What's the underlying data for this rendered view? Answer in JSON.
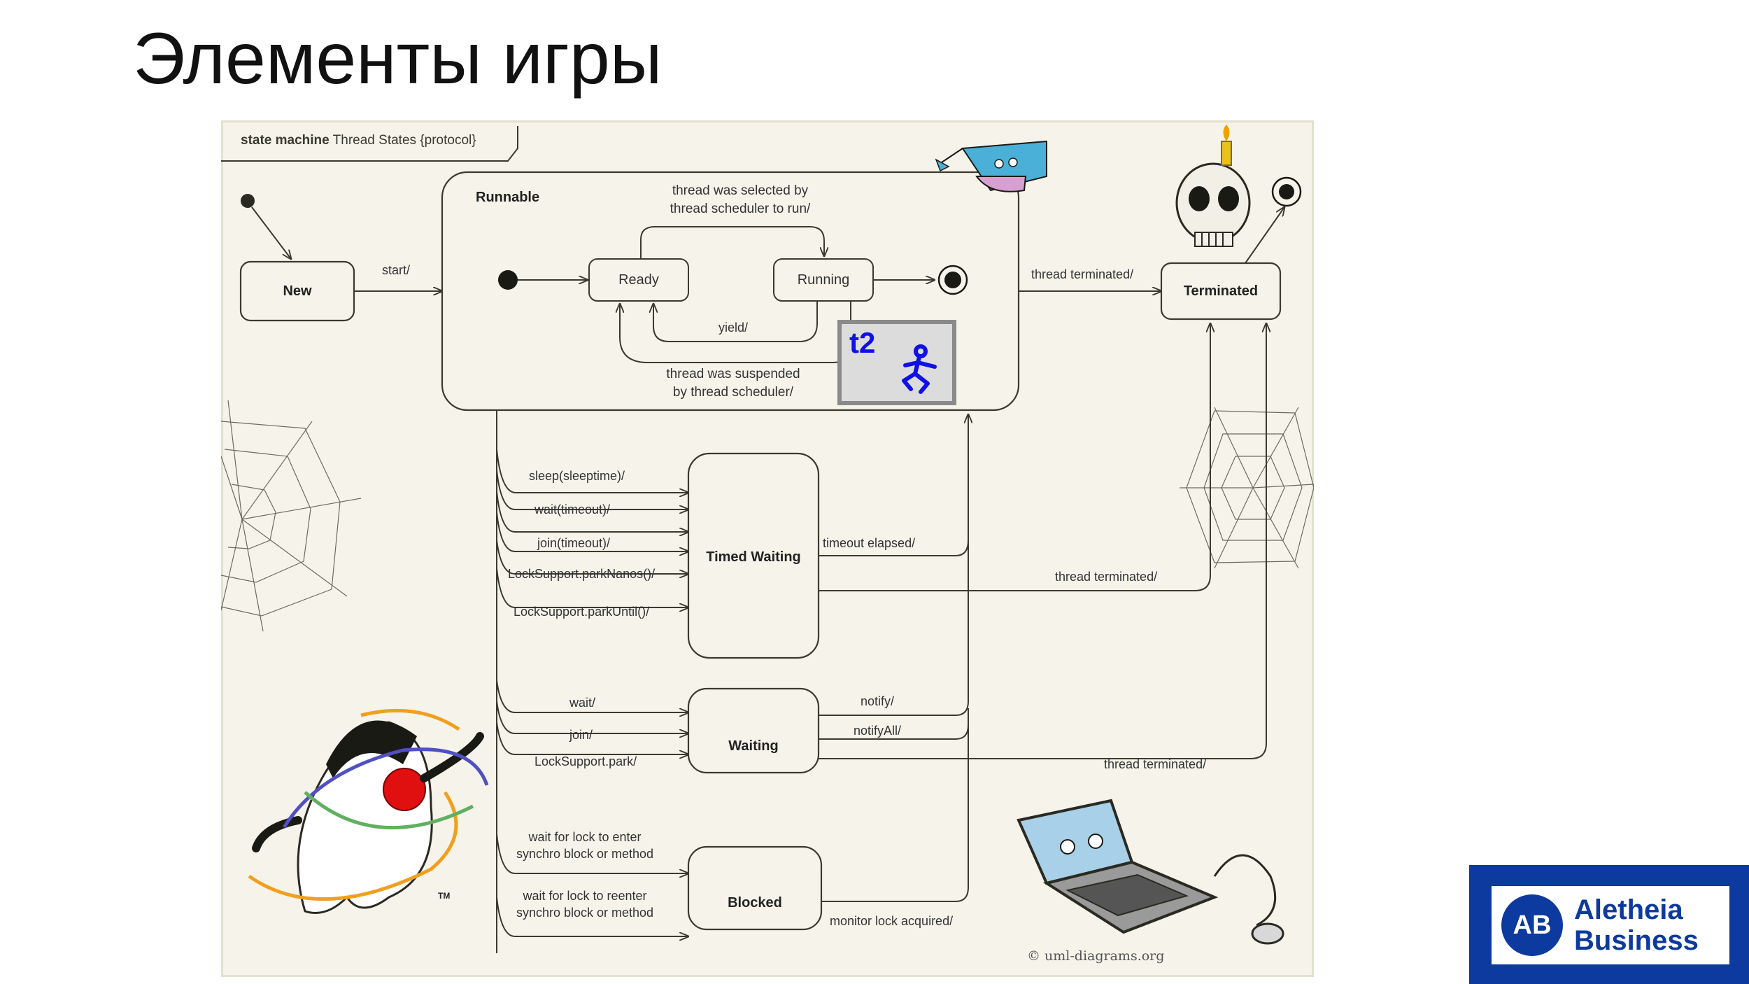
{
  "slide": {
    "title": "Элементы игры"
  },
  "diagram": {
    "frame_label_bold": "state machine",
    "frame_label_rest": "Thread States {protocol}",
    "states": {
      "new": "New",
      "runnable": "Runnable",
      "ready": "Ready",
      "running": "Running",
      "terminated": "Terminated",
      "timed_waiting": "Timed Waiting",
      "waiting": "Waiting",
      "blocked": "Blocked"
    },
    "transitions": {
      "start": "start/",
      "selected_line1": "thread was selected by",
      "selected_line2": "thread scheduler to run/",
      "yield": "yield/",
      "suspended_line1": "thread was suspended",
      "suspended_line2": "by thread scheduler/",
      "terminated_top": "thread terminated/",
      "sleep": "sleep(sleeptime)/",
      "wait_timeout": "wait(timeout)/",
      "join_timeout": "join(timeout)/",
      "park_nanos": "LockSupport.parkNanos()/",
      "park_until": "LockSupport.parkUntil()/",
      "timeout_elapsed": "timeout elapsed/",
      "terminated_timed": "thread terminated/",
      "wait": "wait/",
      "join": "join/",
      "park": "LockSupport.park/",
      "notify": "notify/",
      "notify_all": "notifyAll/",
      "terminated_waiting": "thread terminated/",
      "lock_enter_line1": "wait for lock to enter",
      "lock_enter_line2": "synchro block or method",
      "lock_reenter_line1": "wait for lock to reenter",
      "lock_reenter_line2": "synchro block or method",
      "monitor_acquired": "monitor lock acquired/"
    },
    "token": {
      "label": "t2",
      "icon": "running-person-icon"
    },
    "copyright": "© uml-diagrams.org",
    "trademark": "TM",
    "colors": {
      "line": "#3a3a30",
      "background": "#f6f4ea",
      "token": "#1010e8"
    }
  },
  "logo": {
    "initials": "AB",
    "name_line1": "Aletheia",
    "name_line2": "Business",
    "color": "#0d3a9e"
  }
}
